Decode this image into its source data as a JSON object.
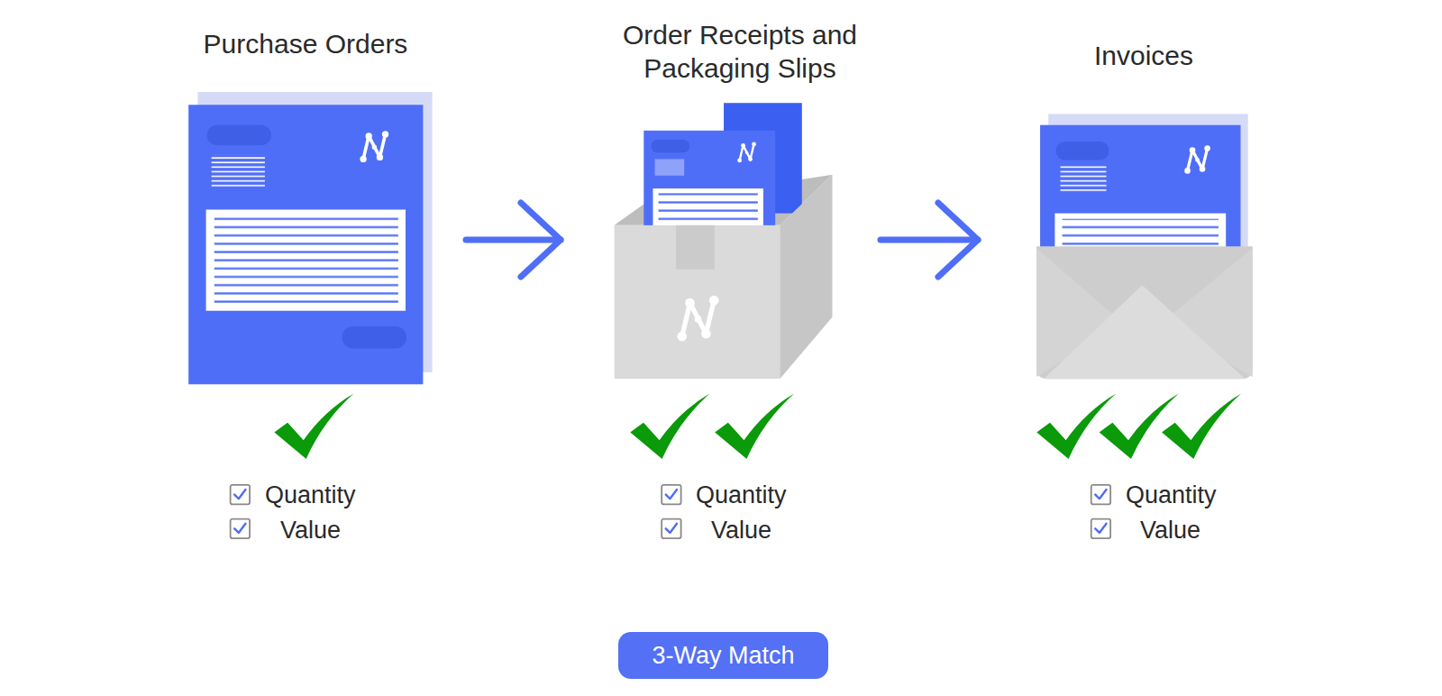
{
  "diagram": {
    "nodes": [
      {
        "text": [
          "Purchase Orders"
        ]
      },
      {
        "text": [
          "Order Receipts and Packaging Slips"
        ]
      },
      {
        "text": [
          "Invoices"
        ]
      },
      {
        "text": [
          "3-Way Match"
        ]
      }
    ],
    "edges": [
      {
        "from": 0,
        "to": 1,
        "arrow": "to"
      },
      {
        "from": 1,
        "to": 2,
        "arrow": "to"
      }
    ],
    "labels": [
      "Quantity",
      "Value",
      "Quantity",
      "Value",
      "Quantity",
      "Value"
    ]
  }
}
